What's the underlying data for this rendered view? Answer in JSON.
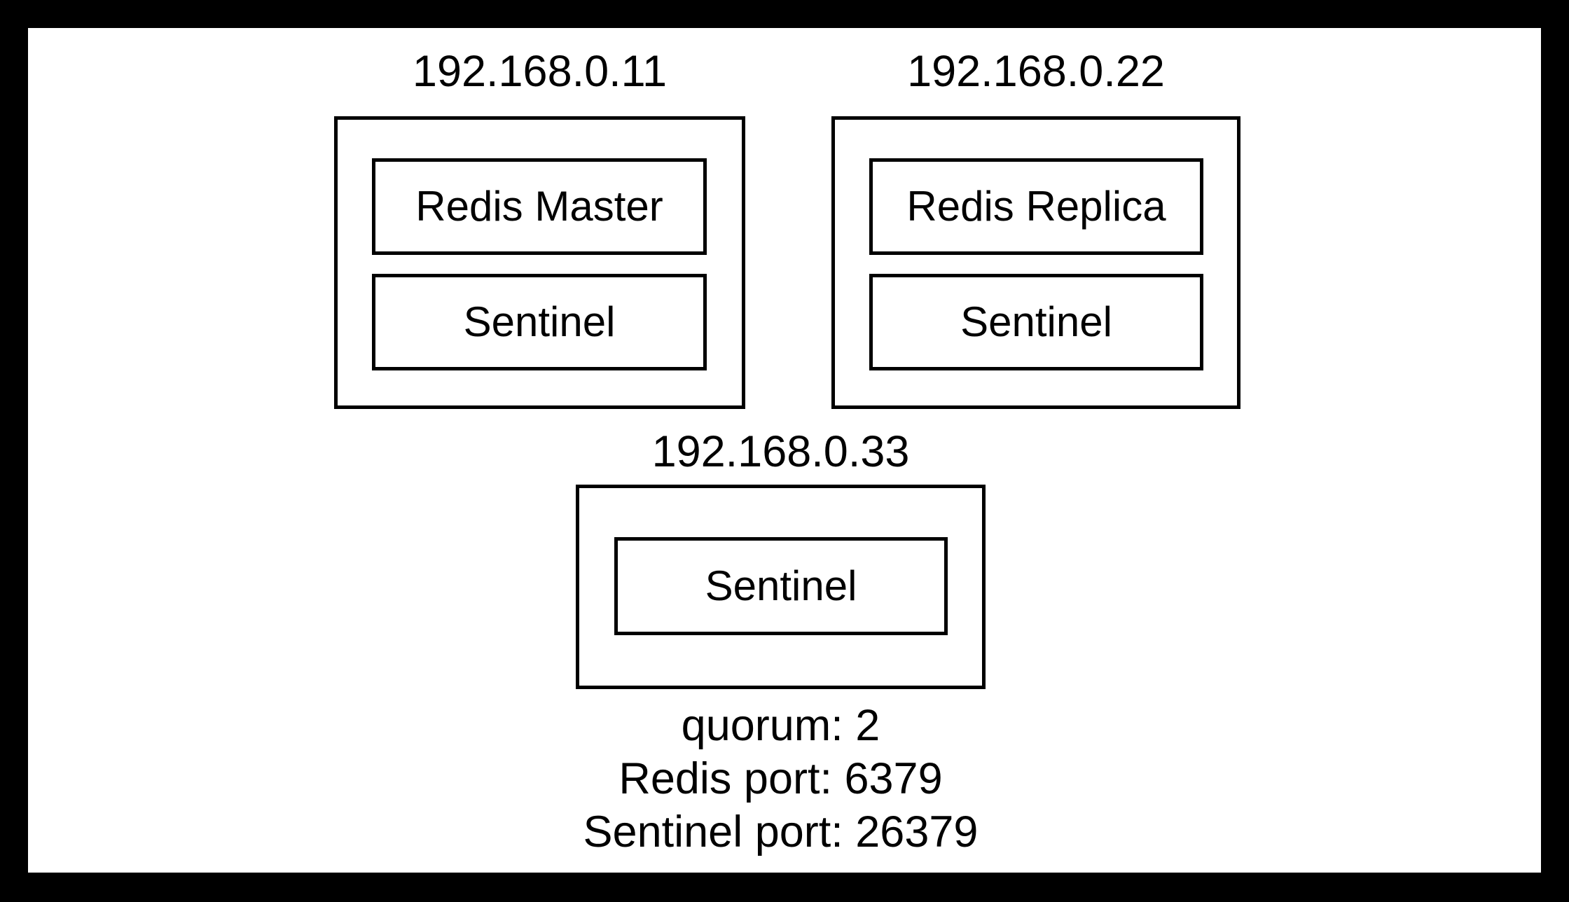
{
  "colors": {
    "frame": "#000000",
    "canvas": "#ffffff",
    "line": "#000000",
    "text": "#000000"
  },
  "hosts": [
    {
      "ip": "192.168.0.11",
      "services": [
        "Redis Master",
        "Sentinel"
      ]
    },
    {
      "ip": "192.168.0.22",
      "services": [
        "Redis Replica",
        "Sentinel"
      ]
    },
    {
      "ip": "192.168.0.33",
      "services": [
        "Sentinel"
      ]
    }
  ],
  "caption": {
    "lines": [
      "quorum: 2",
      "Redis port: 6379",
      "Sentinel port: 26379"
    ]
  }
}
